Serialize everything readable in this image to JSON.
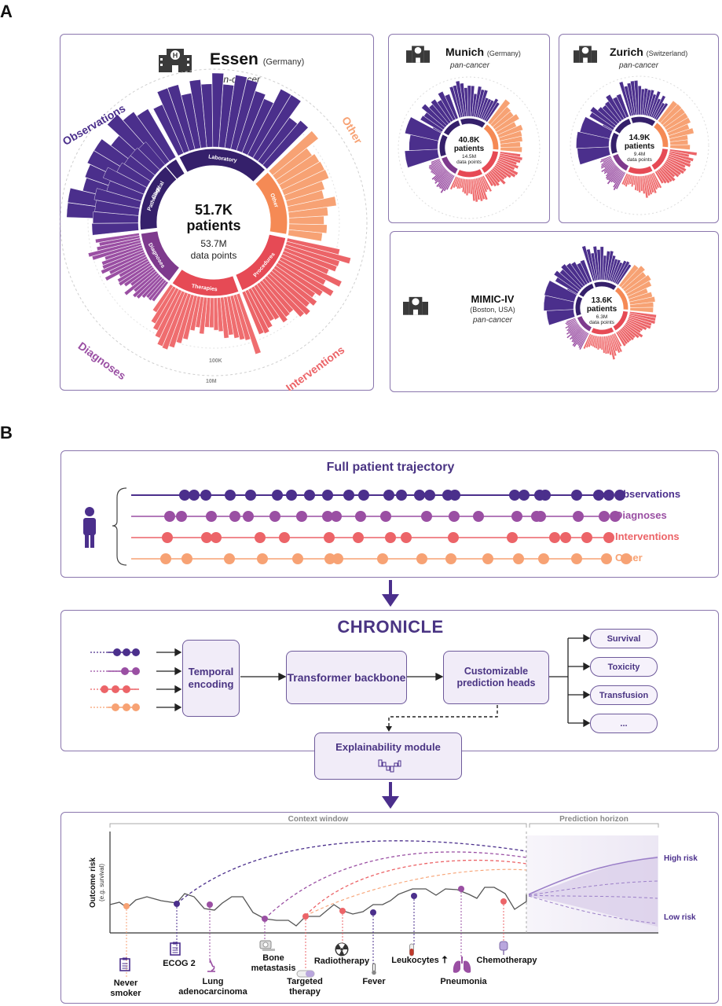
{
  "panel_a": {
    "letter": "A",
    "essen": {
      "city": "Essen",
      "country": "(Germany)",
      "subtitle": "pan-cancer",
      "patients_value": "51.7K",
      "patients_label": "patients",
      "points": "53.7M",
      "points_label": "data points",
      "inner_labels": [
        "Clinical",
        "Laboratory",
        "Other",
        "Procedures",
        "Therapies",
        "Diagnoses",
        "Pathology"
      ],
      "outer_labels": [
        "Observations",
        "Other",
        "Diagnoses",
        "Interventions"
      ],
      "scale_inner": "100K",
      "scale_outer": "10M"
    },
    "munich": {
      "city": "Munich",
      "country": "(Germany)",
      "subtitle": "pan-cancer",
      "patients_value": "40.8K",
      "patients_label": "patients",
      "points": "14.5M",
      "points_label": "data points"
    },
    "zurich": {
      "city": "Zurich",
      "country": "(Switzerland)",
      "subtitle": "pan-cancer",
      "patients_value": "14.9K",
      "patients_label": "patients",
      "points": "9.4M",
      "points_label": "data points"
    },
    "mimic": {
      "city": "MIMIC-IV",
      "country": "(Boston, USA)",
      "subtitle": "pan-cancer",
      "patients_value": "13.6K",
      "patients_label": "patients",
      "points": "6.3M",
      "points_label": "data points"
    }
  },
  "panel_b": {
    "letter": "B",
    "trajectory": {
      "title": "Full patient trajectory",
      "rows": [
        "Observations",
        "Diagnoses",
        "Interventions",
        "Other"
      ]
    },
    "chronicle": {
      "title": "CHRONICLE",
      "temporal": "Temporal encoding",
      "transformer": "Transformer backbone",
      "heads": "Customizable prediction heads",
      "explain": "Explainability module",
      "outputs": [
        "Survival",
        "Toxicity",
        "Transfusion",
        "..."
      ]
    },
    "risk": {
      "ylabel": "Outcome risk",
      "ylabel_sub": "(e.g. survival)",
      "context": "Context window",
      "horizon": "Prediction horizon",
      "high": "High risk",
      "low": "Low risk",
      "events": [
        "Never smoker",
        "ECOG 2",
        "Lung adenocarcinoma",
        "Bone metastasis",
        "Targeted therapy",
        "Radiotherapy",
        "Fever",
        "Leukocytes",
        "Pneumonia",
        "Chemotherapy"
      ]
    }
  },
  "colors": {
    "observations": "#4b2f8c",
    "diagnoses": "#9a4fa3",
    "interventions": "#ec6468",
    "other": "#f7a274",
    "frame": "#8a76ad"
  },
  "icons": [
    "hospital-icon",
    "person-icon",
    "clipboard-icon",
    "microscope-icon",
    "bone-scan-icon",
    "pill-icon",
    "radiation-icon",
    "thermometer-icon",
    "test-tube-icon",
    "lungs-icon",
    "iv-bag-icon",
    "arrow-down-icon",
    "bar-chart-icon"
  ]
}
